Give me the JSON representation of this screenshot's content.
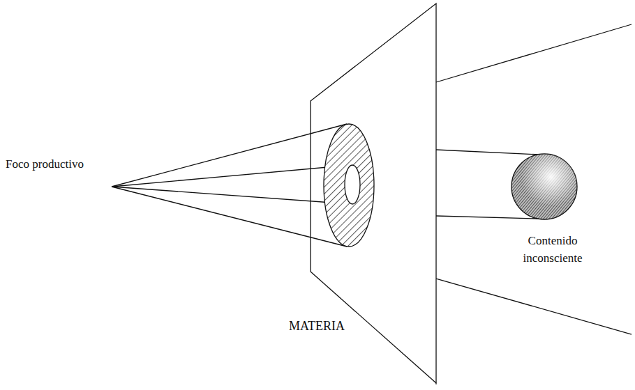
{
  "diagram": {
    "labels": [
      "Foco productivo",
      "MATERIA",
      "Contenido inconsciente"
    ]
  }
}
